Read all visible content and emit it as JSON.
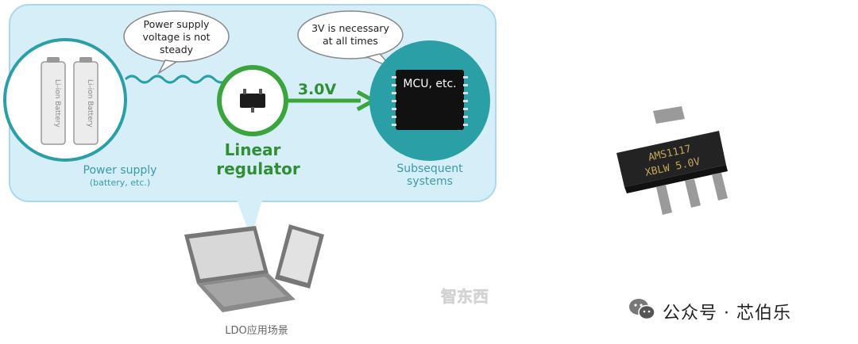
{
  "diagram": {
    "bubble_power": [
      "Power supply",
      "voltage is not",
      "steady"
    ],
    "bubble_mcu": [
      "3V is necessary",
      "at all times"
    ],
    "battery_label": "Li-ion Battery",
    "power_label": "Power supply",
    "power_sub": "(battery, etc.)",
    "voltage": "3.0V",
    "regulator_line1": "Linear",
    "regulator_line2": "regulator",
    "mcu_label": "MCU, etc.",
    "subsequent_line1": "Subsequent",
    "subsequent_line2": "systems"
  },
  "chip": {
    "line1": "AMS1117",
    "line2": "XBLW 5.0V"
  },
  "caption": "LDO应用场景",
  "footer": {
    "brand_text": "公众号 · 芯伯乐",
    "watermark": "智东西"
  },
  "colors": {
    "panel": "#d6eef8",
    "panel_border": "#a9d9ef",
    "green": "#3aa53c",
    "teal": "#2a9fa6",
    "teal_text": "#3a9aa7",
    "chip": "#1b1b1b"
  }
}
